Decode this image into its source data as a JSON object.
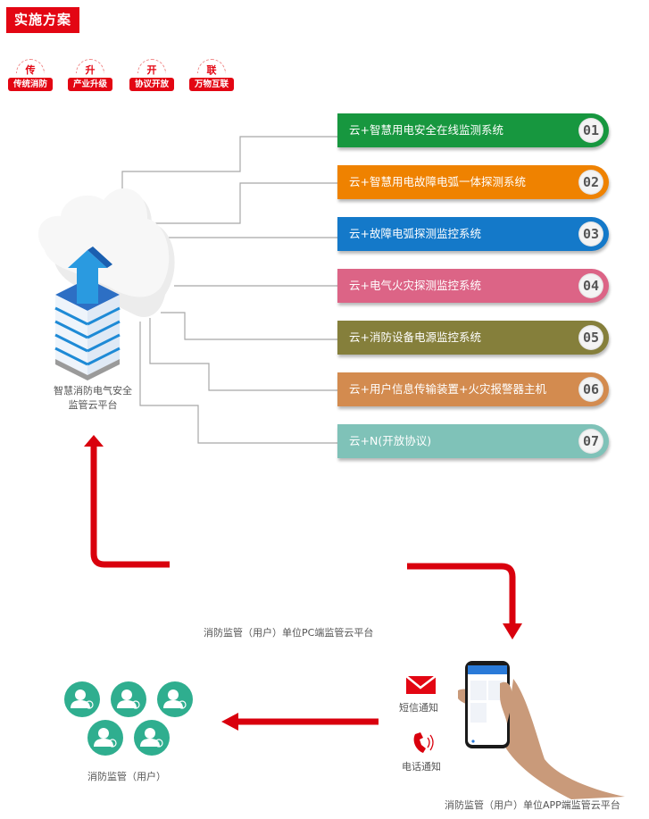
{
  "header": {
    "title": "实施方案"
  },
  "tags": [
    {
      "char": "传",
      "label": "传统消防"
    },
    {
      "char": "升",
      "label": "产业升级"
    },
    {
      "char": "开",
      "label": "协议开放"
    },
    {
      "char": "联",
      "label": "万物互联"
    }
  ],
  "platform": {
    "label_line1": "智慧消防电气安全",
    "label_line2": "监管云平台",
    "icon": "cloud-server-upload-icon"
  },
  "systems": [
    {
      "num": "01",
      "label": "云+智慧用电安全在线监测系统",
      "color": "#17973f"
    },
    {
      "num": "02",
      "label": "云+智慧用电故障电弧一体探测系统",
      "color": "#ef8200"
    },
    {
      "num": "03",
      "label": "云+故障电弧探测监控系统",
      "color": "#1479c9"
    },
    {
      "num": "04",
      "label": "云+电气火灾探测监控系统",
      "color": "#dc6486"
    },
    {
      "num": "05",
      "label": "云+消防设备电源监控系统",
      "color": "#857f3b"
    },
    {
      "num": "06",
      "label": "云+用户信息传输装置+火灾报警器主机",
      "color": "#d38b4f"
    },
    {
      "num": "07",
      "label": "云+N(开放协议)",
      "color": "#7fc2b8"
    }
  ],
  "flow": {
    "pc_platform_label": "消防监管（用户）单位PC端监管云平台",
    "app_platform_label": "消防监管（用户）单位APP端监管云平台",
    "users_label": "消防监管（用户）",
    "sms_label": "短信通知",
    "phone_label": "电话通知",
    "arrow_color": "#d9000d",
    "user_icon_color": "#2fae8f",
    "user_count": 5
  }
}
